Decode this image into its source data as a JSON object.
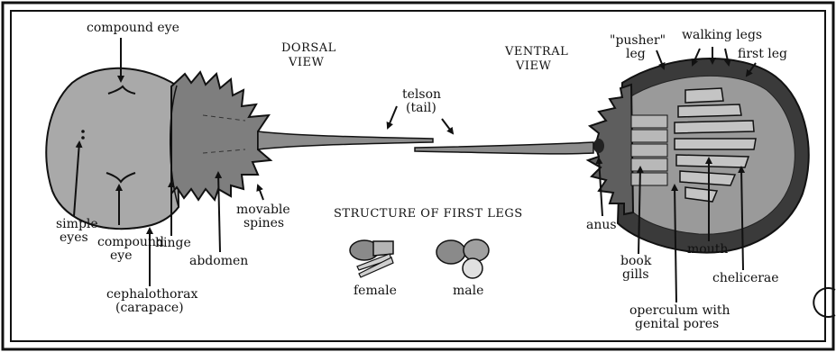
{
  "views": {
    "dorsal_line1": "DORSAL",
    "dorsal_line2": "VIEW",
    "ventral_line1": "VENTRAL",
    "ventral_line2": "VIEW"
  },
  "dorsal_labels": {
    "compound_eye_top": "compound eye",
    "simple_eyes_1": "simple",
    "simple_eyes_2": "eyes",
    "compound_eye_bottom_1": "compound",
    "compound_eye_bottom_2": "eye",
    "hinge": "hinge",
    "abdomen": "abdomen",
    "movable_spines_1": "movable",
    "movable_spines_2": "spines",
    "cephalothorax_1": "cephalothorax",
    "cephalothorax_2": "(carapace)"
  },
  "tail_labels": {
    "telson_1": "telson",
    "telson_2": "(tail)"
  },
  "ventral_labels": {
    "pusher_leg_1": "\"pusher\"",
    "pusher_leg_2": "leg",
    "walking_legs": "walking legs",
    "first_leg": "first leg",
    "anus": "anus",
    "book_gills_1": "book",
    "book_gills_2": "gills",
    "mouth": "mouth",
    "chelicerae": "chelicerae",
    "operculum_1": "operculum with",
    "operculum_2": "genital pores"
  },
  "first_legs": {
    "title": "STRUCTURE OF FIRST LEGS",
    "female": "female",
    "male": "male"
  }
}
